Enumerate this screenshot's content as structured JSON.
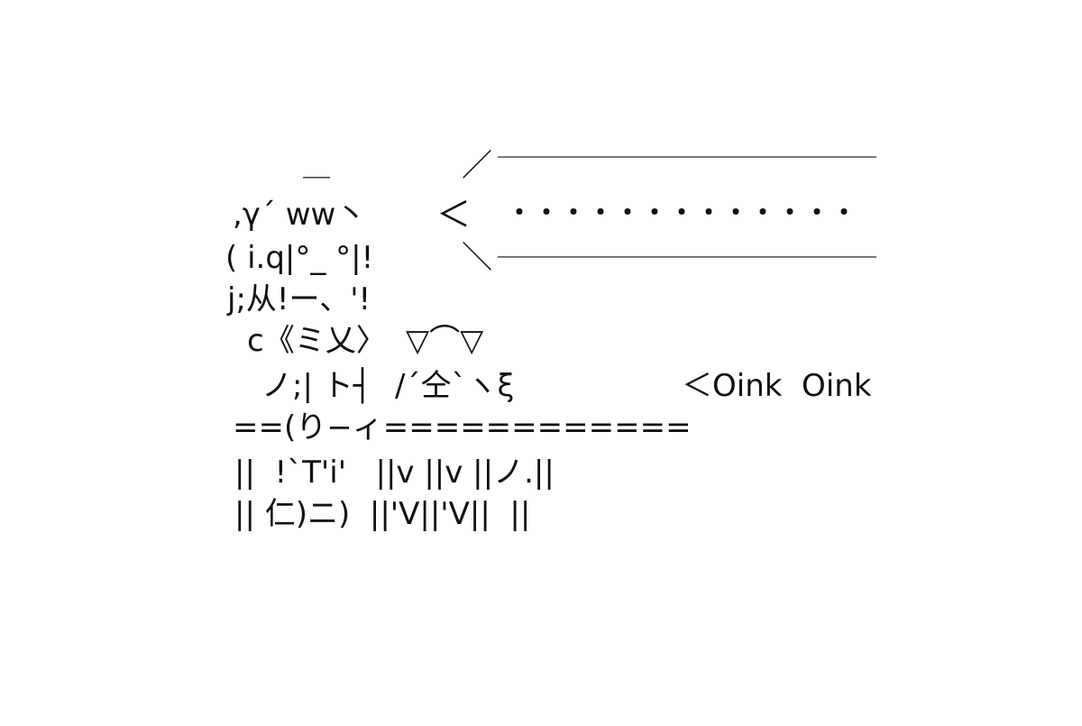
{
  "art": {
    "bubble_top": "＿＿＿＿＿＿＿＿＿＿＿＿＿＿＿",
    "bubble_top_slant": "／",
    "bubble_mouth": "＜",
    "bubble_dots": "・・・・・・・・・・・・・",
    "bubble_bottom_slant": "＼",
    "bubble_bottom": "￣￣￣￣￣￣￣￣￣￣￣￣￣￣￣",
    "hair_top": "￣",
    "figure_line_1": ",γ´ ww丶",
    "figure_line_2": "( i.q|°_ °|!",
    "figure_line_3": "j;从!ー、'!",
    "figure_line_4": "c《ミ乂〉",
    "pig_line_1": "▽⌒▽",
    "figure_line_5": "ノ;| ト┤",
    "pig_line_2": "/´仝`ヽξ",
    "oink_text": "＜Oink  Oink",
    "counter_line": "==(り−ィ============",
    "legs_line_1": "||  !`T'i'   ||v ||v ||ノ.||",
    "legs_line_2": "|| 仁)ニ)  ||'V||'V||  ||"
  }
}
